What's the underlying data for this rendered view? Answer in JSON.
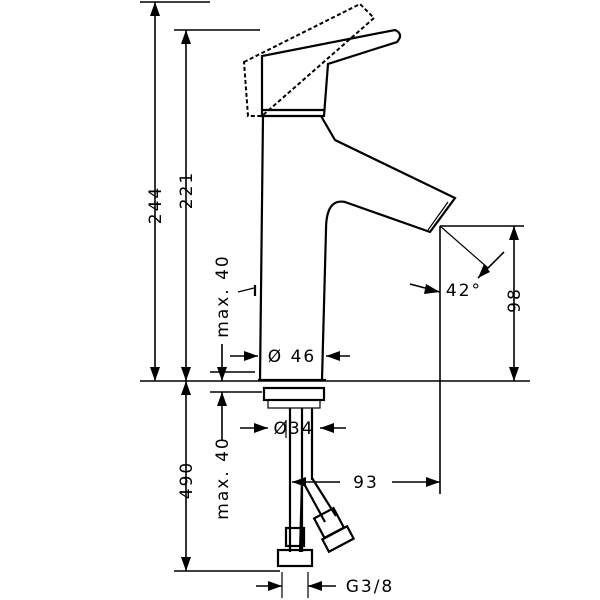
{
  "dimensions": {
    "overall_height": "244",
    "spout_top_height": "221",
    "lever_offset": "max. 40",
    "base_diameter": "Ø 46",
    "spray_angle": "42°",
    "outlet_height": "98",
    "hole_diameter": "Ø34",
    "below_depth": "max. 40",
    "hose_length": "490",
    "spout_reach": "93",
    "connection_thread": "G3/8"
  }
}
